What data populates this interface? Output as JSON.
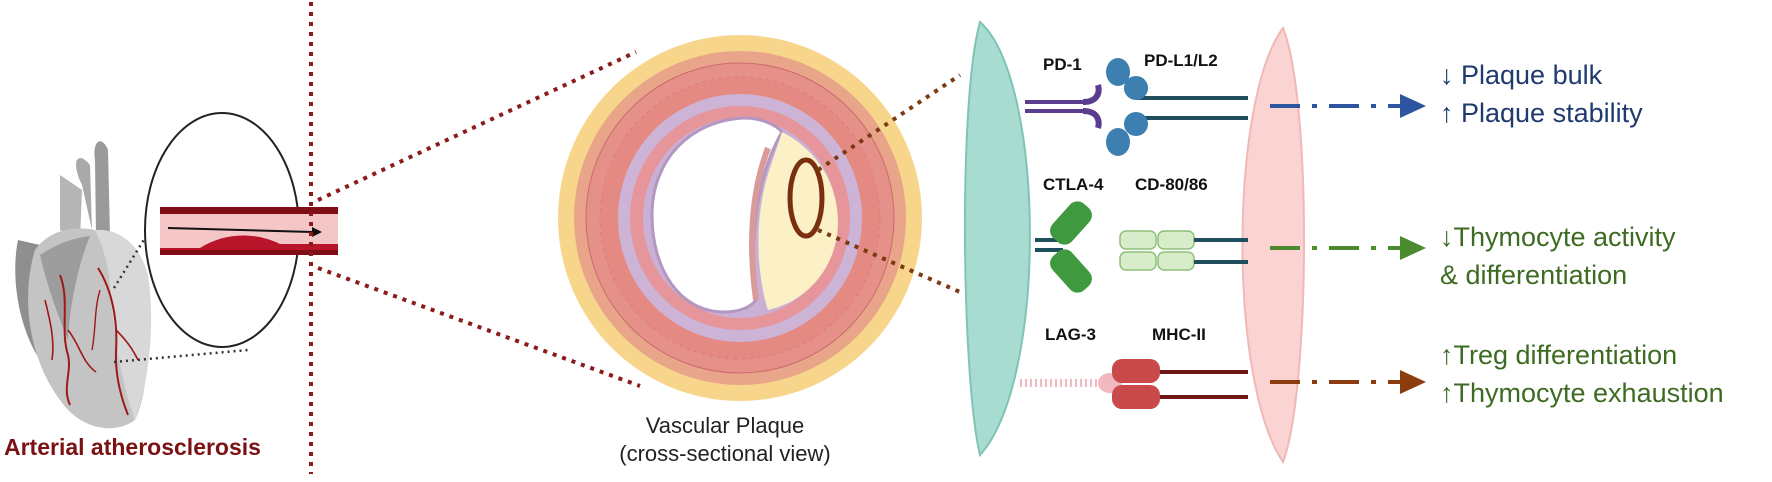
{
  "labels": {
    "heart": "Arterial atherosclerosis",
    "plaque_line1": "Vascular Plaque",
    "plaque_line2": "(cross-sectional view)"
  },
  "receptors": [
    {
      "left": "PD-1",
      "right": "PD-L1/L2"
    },
    {
      "left": "CTLA-4",
      "right": "CD-80/86"
    },
    {
      "left": "LAG-3",
      "right": "MHC-II"
    }
  ],
  "outcomes": [
    {
      "line1": "↓ Plaque bulk",
      "line2": "↑ Plaque stability",
      "color": "#1f3a6e"
    },
    {
      "line1": "↓Thymocyte activity",
      "line2": "& differentiation",
      "color": "#3d6b22"
    },
    {
      "line1": "↑Treg differentiation",
      "line2": "↑Thymocyte exhaustion",
      "color": "#3d6b22"
    }
  ],
  "colors": {
    "dotted_lines": "#8b1a1a",
    "cell_left": "#a9dcd0",
    "cell_right": "#fbd3d3",
    "pd1": "#5b3d8f",
    "pdl1": "#3d7fb0",
    "ctla4": "#3f9a3f",
    "cd80": "#cfe8c4",
    "lag3": "#f2b8c0",
    "mhc2": "#c94a4a",
    "arrow_blue": "#2d55a0",
    "arrow_green": "#4b8a2e",
    "arrow_brown": "#8b3d10"
  }
}
